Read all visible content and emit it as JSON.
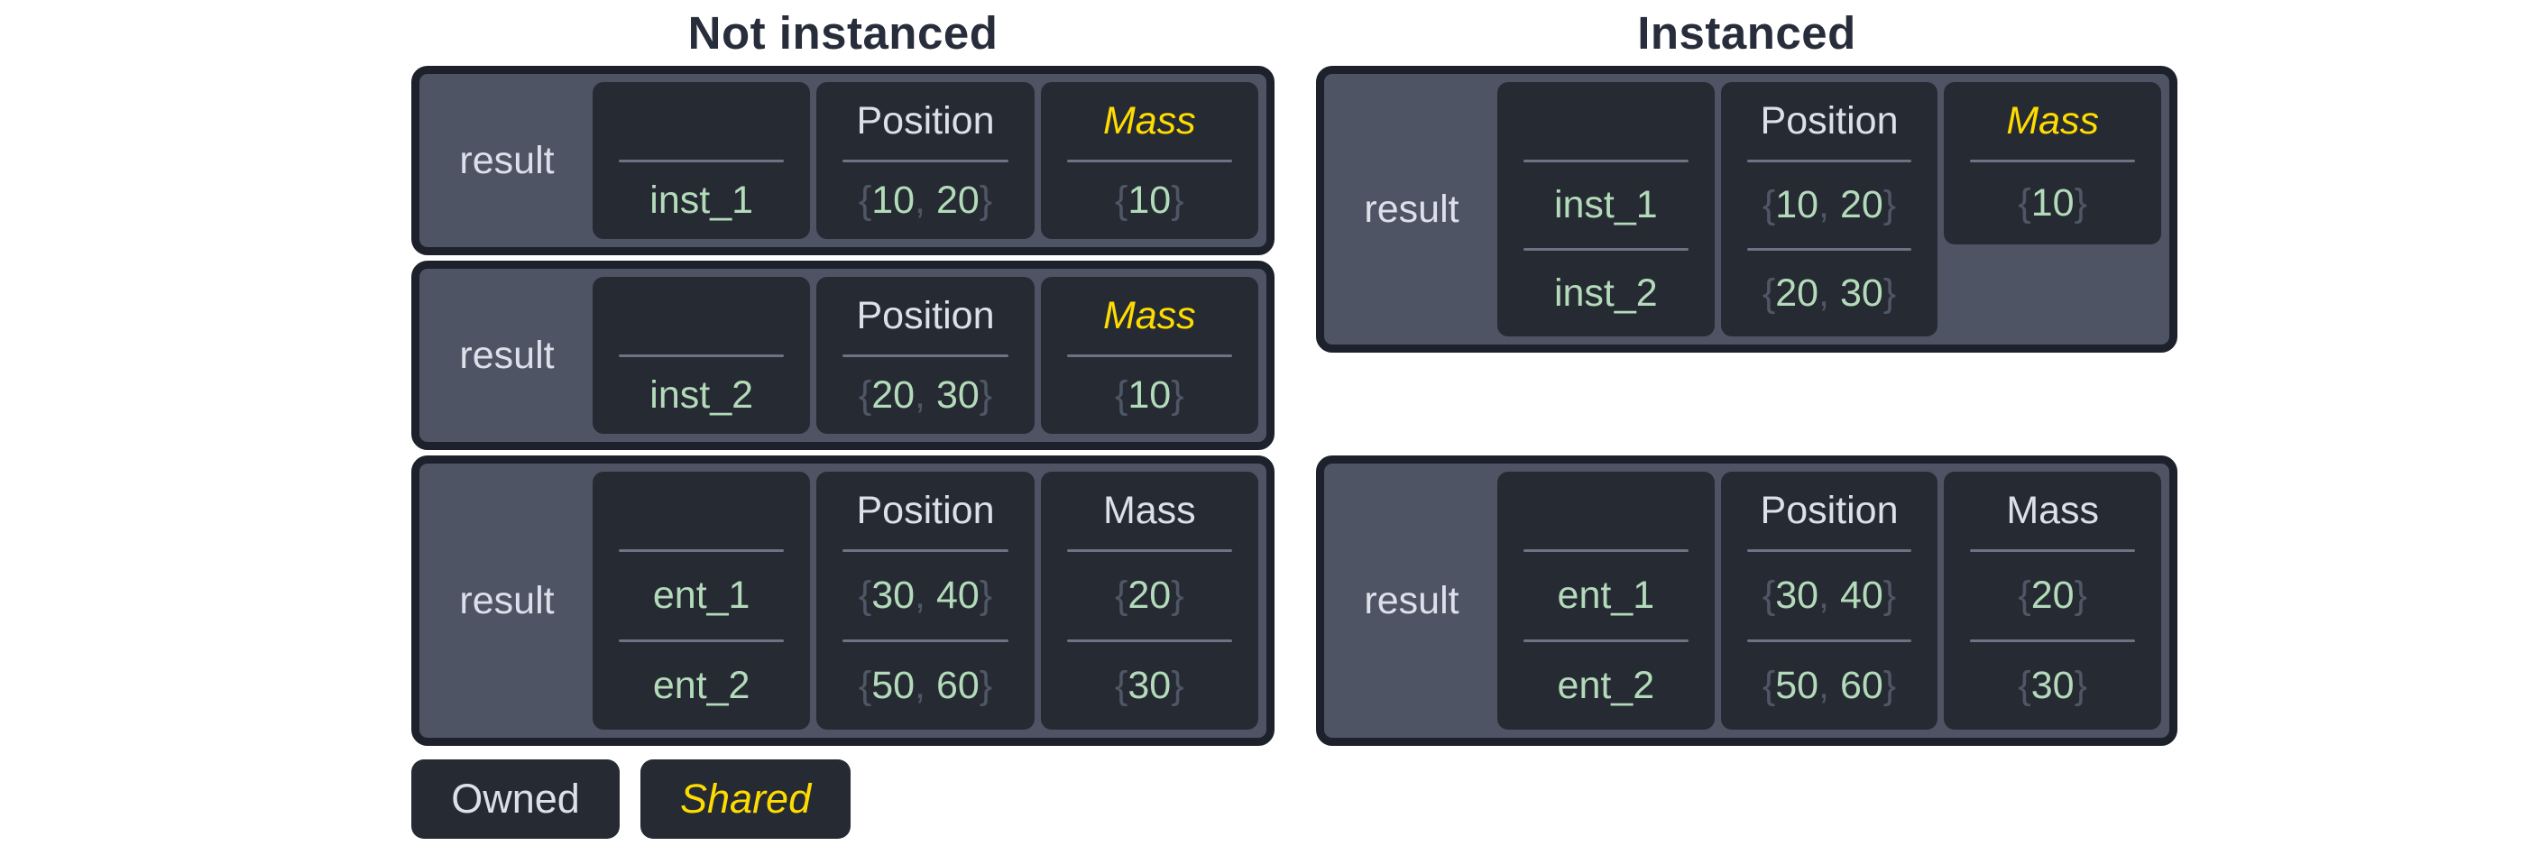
{
  "colors": {
    "page_bg": "#ffffff",
    "container": "#4e5464",
    "cell": "#262a33",
    "border": "#1d212b",
    "text": "#dce0ea",
    "value": "#b3dbba",
    "brace": "#4f5665",
    "shared": "#ffdc00",
    "divider": "#6c7384",
    "title": "#272d3a"
  },
  "legend": {
    "owned": "Owned",
    "shared": "Shared"
  },
  "sections": [
    {
      "title": "Not instanced",
      "tables": [
        {
          "result_label": "result",
          "columns": [
            {
              "header": "",
              "rows": [
                "inst_1"
              ]
            },
            {
              "header": "Position",
              "rows": [
                [
                  "10",
                  "20"
                ]
              ]
            },
            {
              "header": "Mass",
              "shared": true,
              "rows": [
                [
                  "10"
                ]
              ]
            }
          ]
        },
        {
          "result_label": "result",
          "columns": [
            {
              "header": "",
              "rows": [
                "inst_2"
              ]
            },
            {
              "header": "Position",
              "rows": [
                [
                  "20",
                  "30"
                ]
              ]
            },
            {
              "header": "Mass",
              "shared": true,
              "rows": [
                [
                  "10"
                ]
              ]
            }
          ]
        },
        {
          "result_label": "result",
          "columns": [
            {
              "header": "",
              "rows": [
                "ent_1",
                "ent_2"
              ]
            },
            {
              "header": "Position",
              "rows": [
                [
                  "30",
                  "40"
                ],
                [
                  "50",
                  "60"
                ]
              ]
            },
            {
              "header": "Mass",
              "shared": false,
              "rows": [
                [
                  "20"
                ],
                [
                  "30"
                ]
              ]
            }
          ]
        }
      ]
    },
    {
      "title": "Instanced",
      "tables": [
        {
          "result_label": "result",
          "columns": [
            {
              "header": "",
              "rows": [
                "inst_1",
                "inst_2"
              ]
            },
            {
              "header": "Position",
              "rows": [
                [
                  "10",
                  "20"
                ],
                [
                  "20",
                  "30"
                ]
              ]
            },
            {
              "header": "Mass",
              "shared": true,
              "short": true,
              "rows": [
                [
                  "10"
                ]
              ]
            }
          ]
        },
        {
          "result_label": "result",
          "columns": [
            {
              "header": "",
              "rows": [
                "ent_1",
                "ent_2"
              ]
            },
            {
              "header": "Position",
              "rows": [
                [
                  "30",
                  "40"
                ],
                [
                  "50",
                  "60"
                ]
              ]
            },
            {
              "header": "Mass",
              "shared": false,
              "rows": [
                [
                  "20"
                ],
                [
                  "30"
                ]
              ]
            }
          ]
        }
      ]
    }
  ]
}
